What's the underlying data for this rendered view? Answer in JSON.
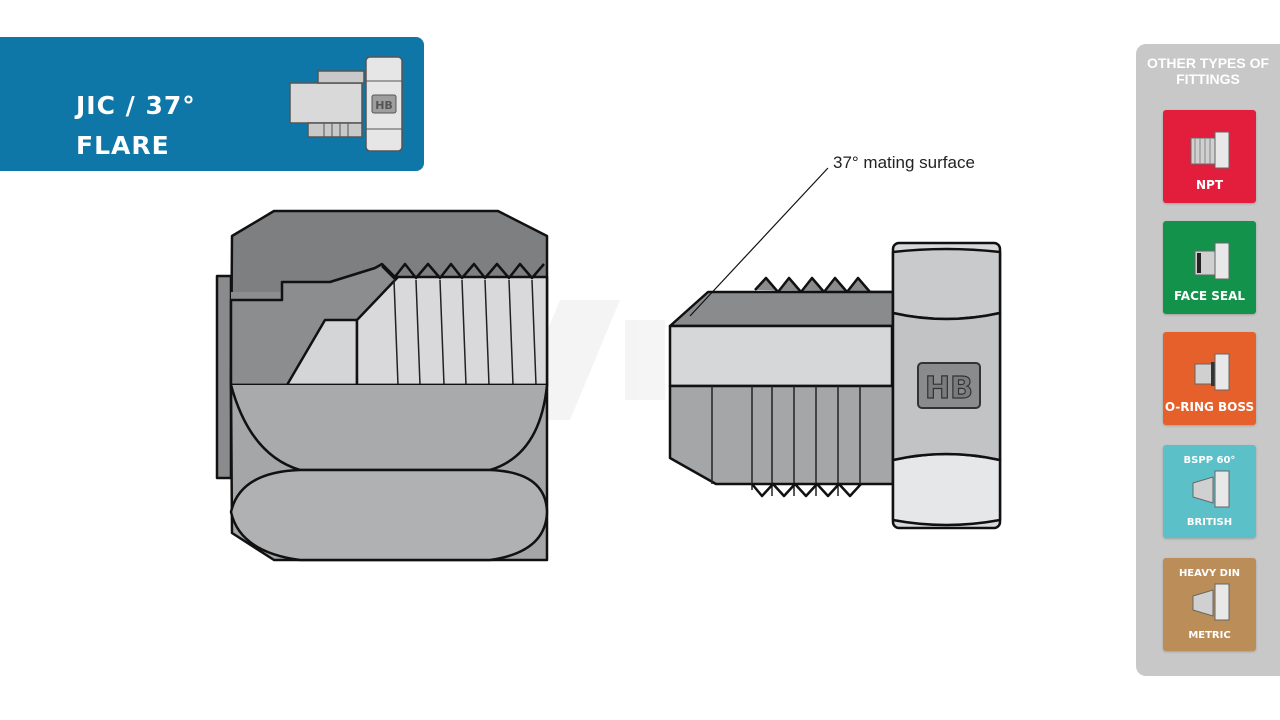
{
  "header": {
    "title": "JIC / 37° FLARE",
    "bg_color": "#0e77a8"
  },
  "diagram": {
    "annotation": "37° mating surface",
    "nut_icon_text": "HB",
    "hex_logo": "HB"
  },
  "sidebar": {
    "title": "OTHER TYPES OF FITTINGS",
    "cards": [
      {
        "label": "NPT",
        "color": "#e31e3c"
      },
      {
        "label": "FACE SEAL",
        "color": "#12924b"
      },
      {
        "label": "O-RING BOSS",
        "color": "#e5602a"
      },
      {
        "label_top": "BSPP 60°",
        "label_bottom": "BRITISH",
        "color": "#5bc0c8"
      },
      {
        "label_top": "HEAVY DIN",
        "label_bottom": "METRIC",
        "color": "#bb8d58"
      }
    ]
  }
}
